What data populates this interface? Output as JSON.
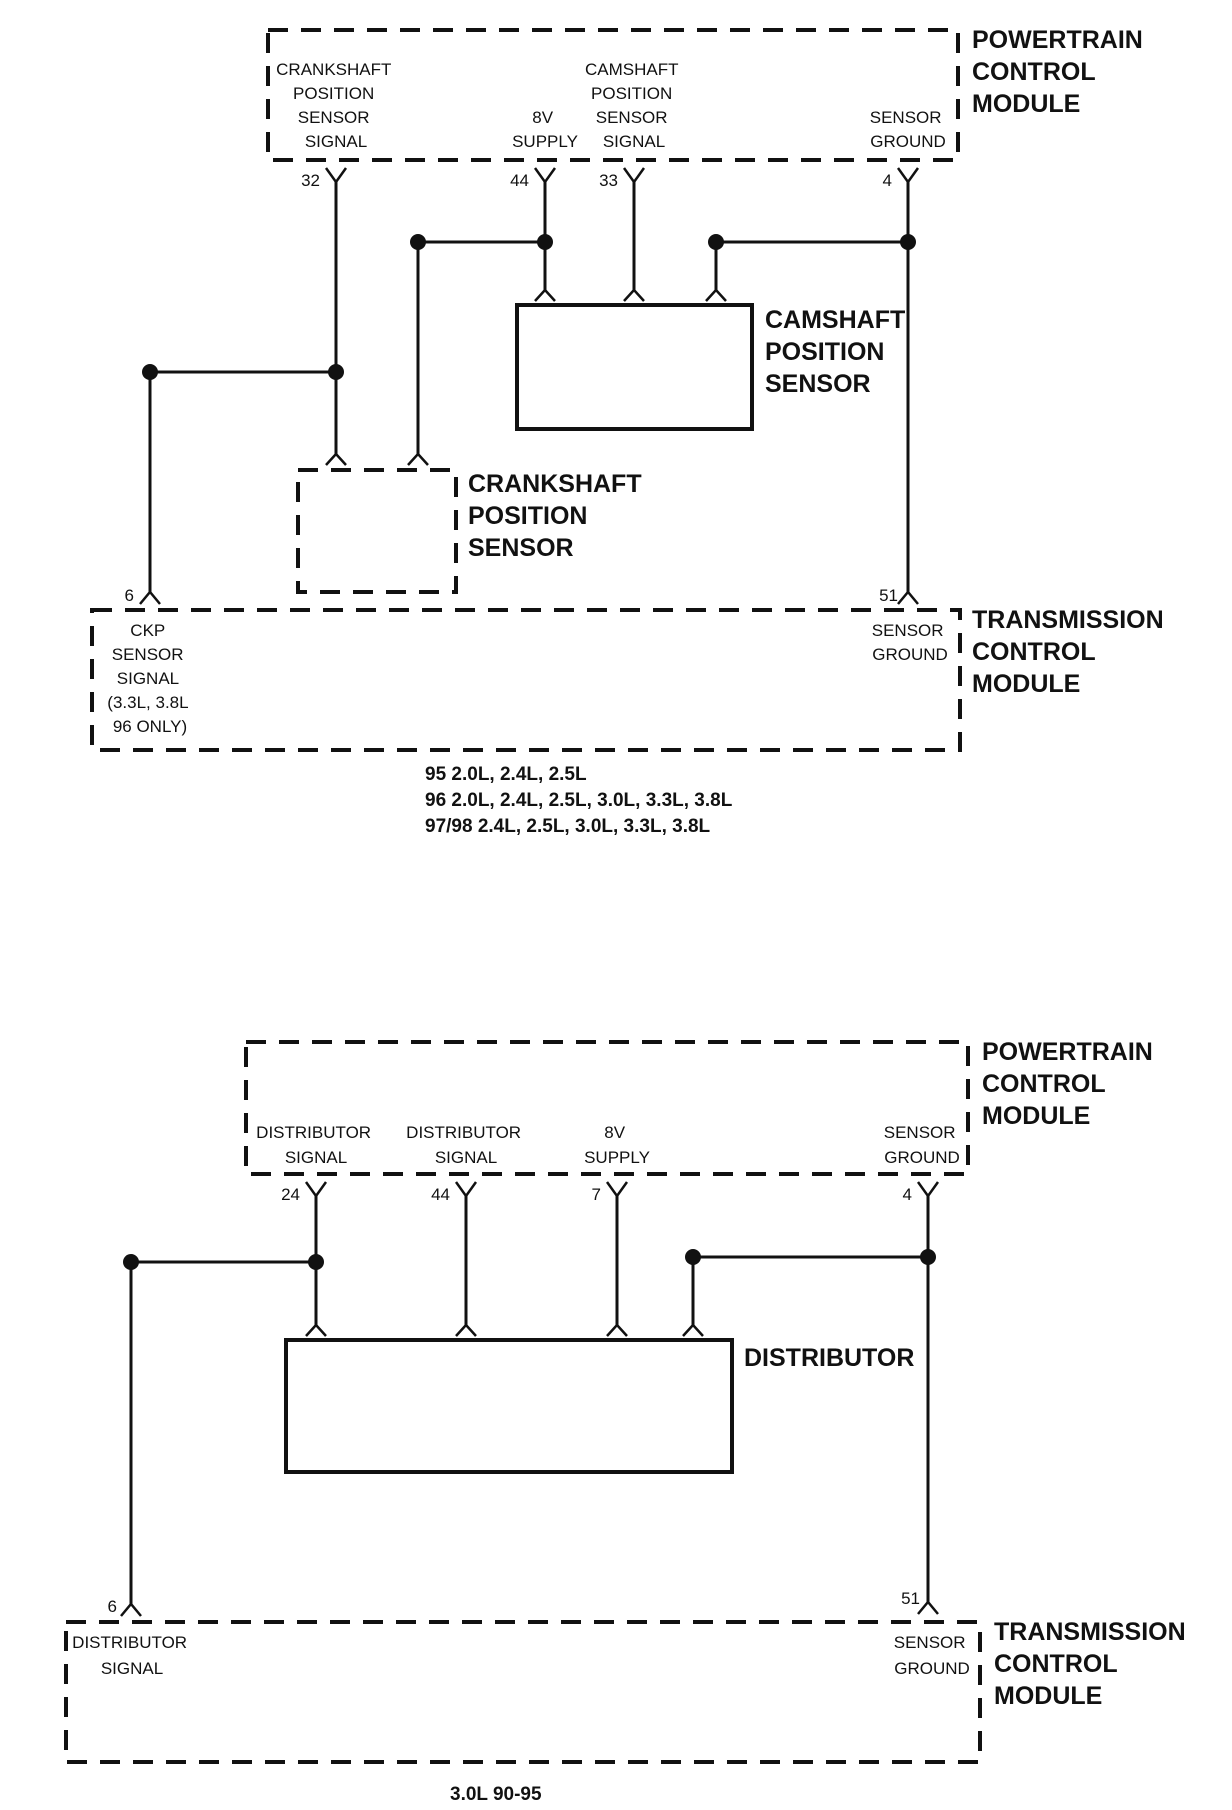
{
  "upper": {
    "pcm": {
      "title": [
        "POWERTRAIN",
        "CONTROL",
        "MODULE"
      ]
    },
    "pcm_pins": {
      "ckp_signal": {
        "label": [
          "CRANKSHAFT",
          "POSITION",
          "SENSOR",
          "SIGNAL"
        ],
        "pin": "32"
      },
      "supply_8v": {
        "label": [
          "8V",
          "SUPPLY"
        ],
        "pin": "44"
      },
      "cmp_signal": {
        "label": [
          "CAMSHAFT",
          "POSITION",
          "SENSOR",
          "SIGNAL"
        ],
        "pin": "33"
      },
      "sensor_ground": {
        "label": [
          "SENSOR",
          "GROUND"
        ],
        "pin": "4"
      }
    },
    "camshaft_sensor": {
      "title": [
        "CAMSHAFT",
        "POSITION",
        "SENSOR"
      ]
    },
    "crankshaft_sensor": {
      "title": [
        "CRANKSHAFT",
        "POSITION",
        "SENSOR"
      ]
    },
    "tcm": {
      "title": [
        "TRANSMISSION",
        "CONTROL",
        "MODULE"
      ]
    },
    "tcm_pins": {
      "ckp_signal": {
        "label": [
          "CKP",
          "SENSOR",
          "SIGNAL",
          "(3.3L, 3.8L",
          "96 ONLY)"
        ],
        "pin": "6"
      },
      "sensor_ground": {
        "label": [
          "SENSOR",
          "GROUND"
        ],
        "pin": "51"
      }
    },
    "caption": [
      "95 2.0L, 2.4L, 2.5L",
      "96 2.0L, 2.4L, 2.5L, 3.0L, 3.3L, 3.8L",
      "97/98 2.4L, 2.5L, 3.0L, 3.3L, 3.8L"
    ]
  },
  "lower": {
    "pcm": {
      "title": [
        "POWERTRAIN",
        "CONTROL",
        "MODULE"
      ]
    },
    "pcm_pins": {
      "dist_signal_24": {
        "label": [
          "DISTRIBUTOR",
          "SIGNAL"
        ],
        "pin": "24"
      },
      "dist_signal_44": {
        "label": [
          "DISTRIBUTOR",
          "SIGNAL"
        ],
        "pin": "44"
      },
      "supply_8v": {
        "label": [
          "8V",
          "SUPPLY"
        ],
        "pin": "7"
      },
      "sensor_ground": {
        "label": [
          "SENSOR",
          "GROUND"
        ],
        "pin": "4"
      }
    },
    "distributor": {
      "title": "DISTRIBUTOR"
    },
    "tcm": {
      "title": [
        "TRANSMISSION",
        "CONTROL",
        "MODULE"
      ]
    },
    "tcm_pins": {
      "dist_signal": {
        "label": [
          "DISTRIBUTOR",
          "SIGNAL"
        ],
        "pin": "6"
      },
      "sensor_ground": {
        "label": [
          "SENSOR",
          "GROUND"
        ],
        "pin": "51"
      }
    },
    "caption": "3.0L 90-95"
  }
}
